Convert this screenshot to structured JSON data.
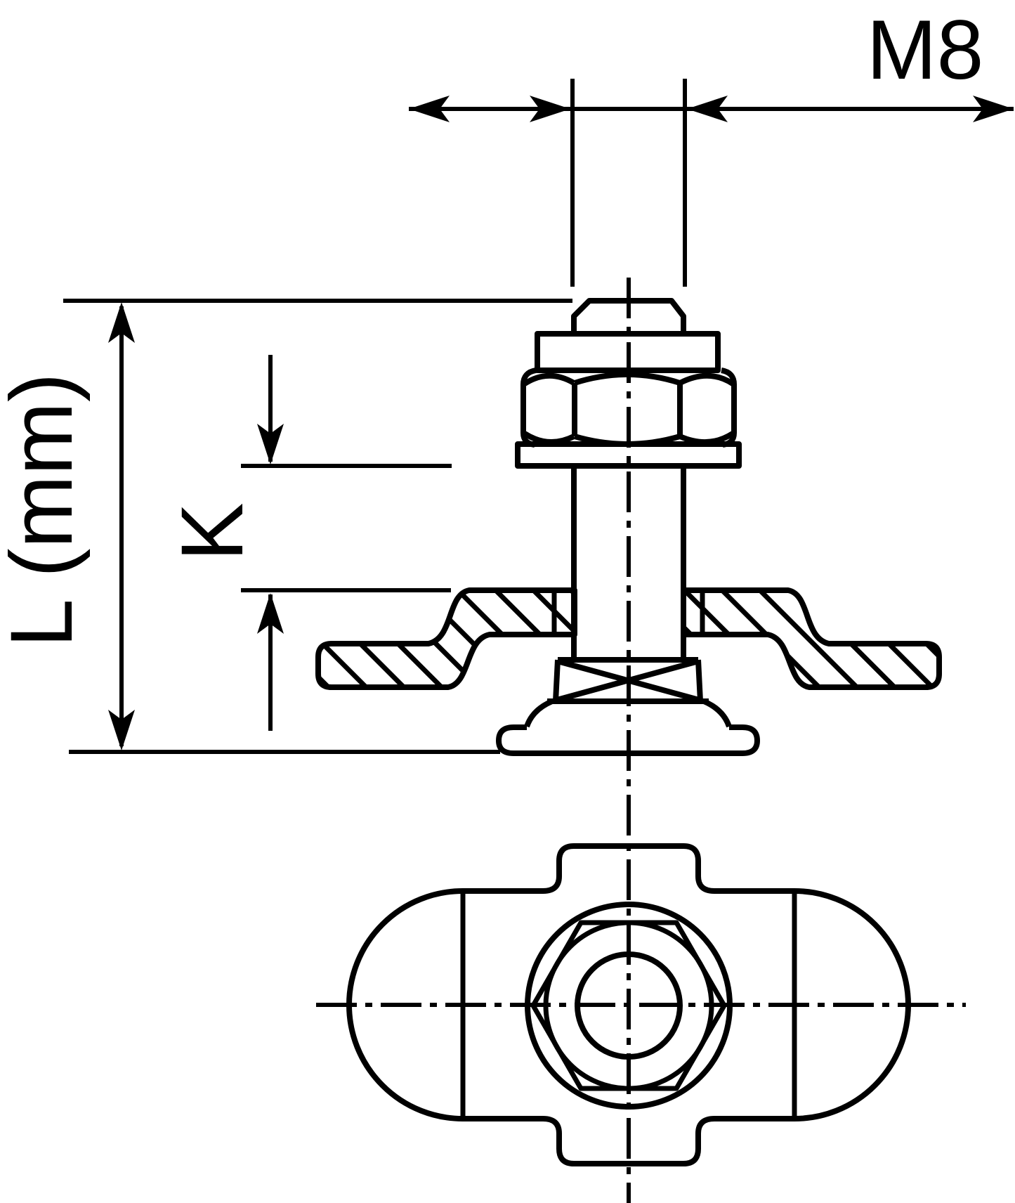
{
  "page": {
    "background_color": "#ffffff",
    "line_color": "#000000"
  },
  "drawing": {
    "kind": "technical-dimension-drawing",
    "labels": {
      "thread_size": "M8",
      "length_dimension": "L (mm)",
      "k_dimension": "K"
    }
  }
}
